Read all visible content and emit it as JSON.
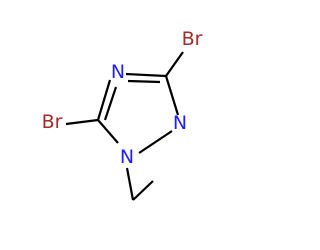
{
  "molecule": {
    "atoms": {
      "br_top": {
        "symbol": "Br",
        "color": "#a52a2a"
      },
      "br_left": {
        "symbol": "Br",
        "color": "#a52a2a"
      },
      "n_upper": {
        "symbol": "N",
        "color": "#1f1fff"
      },
      "n_right": {
        "symbol": "N",
        "color": "#1f1fff"
      },
      "n_lower": {
        "symbol": "N",
        "color": "#1f1fff"
      }
    },
    "bond_color": "#000000"
  }
}
